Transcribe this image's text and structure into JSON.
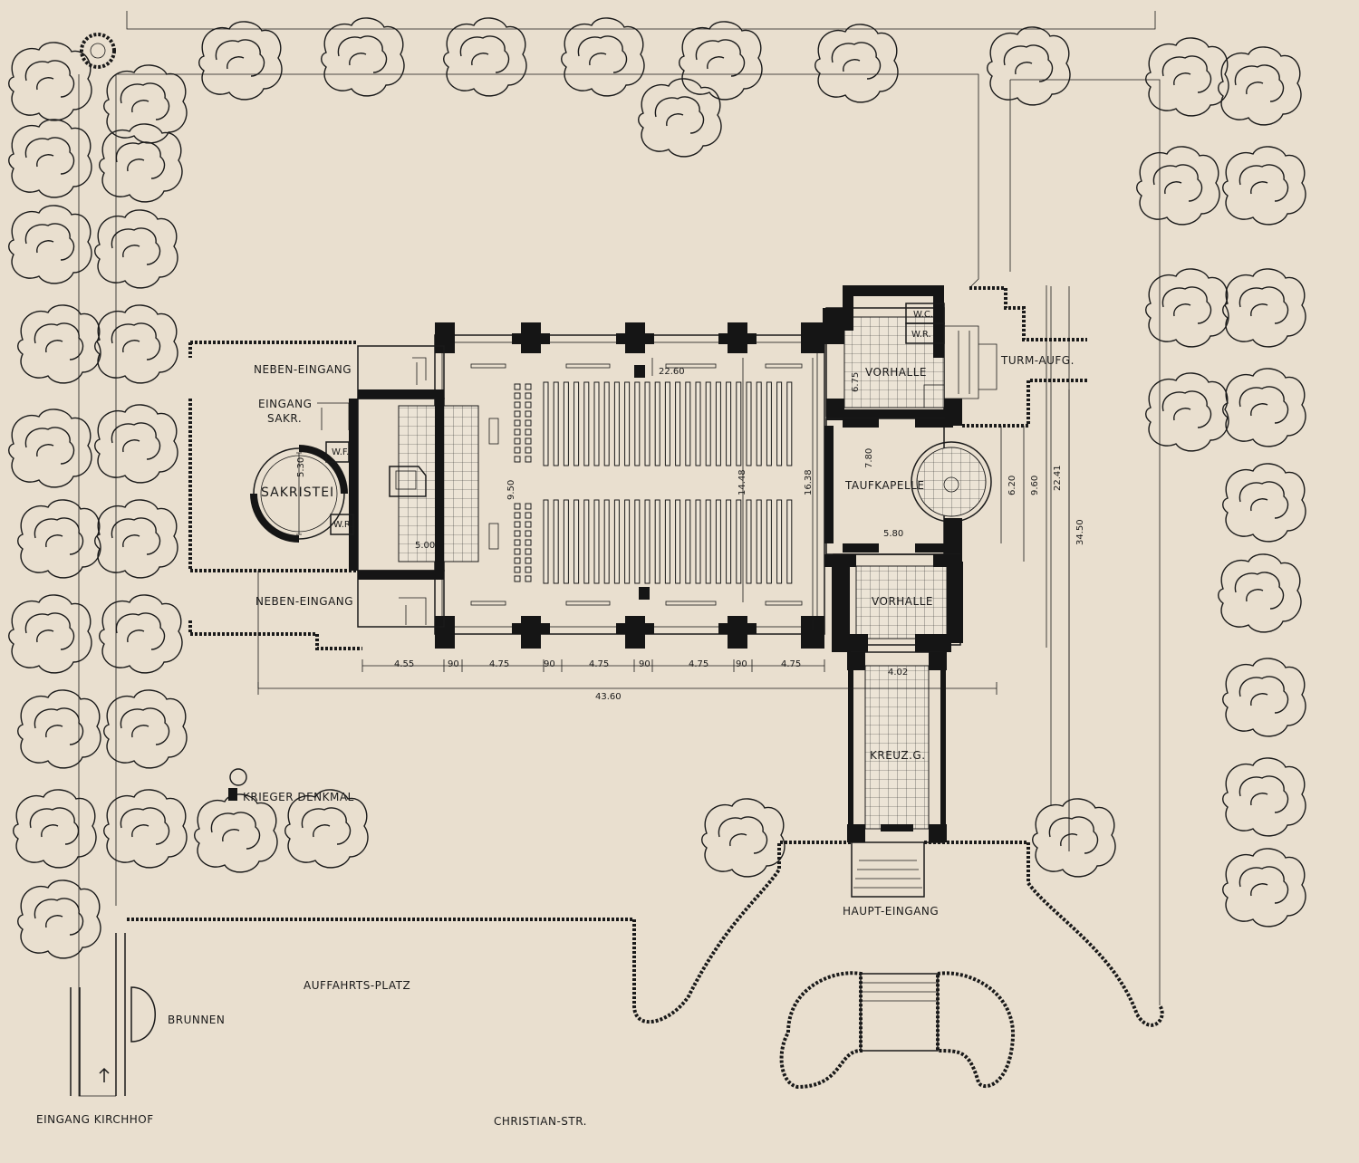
{
  "labels": {
    "neben_eingang_top": "NEBEN-EINGANG",
    "eingang_sakr_1": "EINGANG",
    "eingang_sakr_2": "SAKR.",
    "sakristei": "SAKRISTEI",
    "wf_top": "W.F.",
    "wr_left": "W.R.",
    "neben_eingang_bottom": "NEBEN-EINGANG",
    "wc": "W.C.",
    "wr_right": "W.R.",
    "vorhalle_top": "VORHALLE",
    "turm_aufg": "TURM-AUFG.",
    "taufkapelle": "TAUFKAPELLE",
    "vorhalle_bottom": "VORHALLE",
    "kreuzg": "KREUZ.G.",
    "haupt_eingang": "HAUPT-EINGANG",
    "krieger_denkmal": "KRIEGER DENKMAL",
    "auffahrts_platz": "AUFFAHRTS-PLATZ",
    "brunnen": "BRUNNEN",
    "eingang_kirchhof": "EINGANG KIRCHHOF",
    "christian_str": "CHRISTIAN-STR."
  },
  "dimensions": {
    "nave_length": "22.60",
    "nave_width": "14.48",
    "nave_height_total": "16.38",
    "sanctuary_depth": "9.50",
    "sanctuary_width": "5.00",
    "sakristei_dia": "5.30",
    "tauf_height": "7.80",
    "tauf_width": "5.80",
    "tauf_diam_a": "6.20",
    "tauf_diam_b": "9.60",
    "right_total": "22.41",
    "right_long": "34.50",
    "kreuzgang_width": "4.02",
    "total_length": "43.60",
    "bays": [
      "4.55",
      "90",
      "4.75",
      "90",
      "4.75",
      "90",
      "4.75",
      "90",
      "4.75"
    ],
    "small_675": "6.75"
  },
  "colors": {
    "paper": "#e9dfcf",
    "ink": "#151515"
  }
}
